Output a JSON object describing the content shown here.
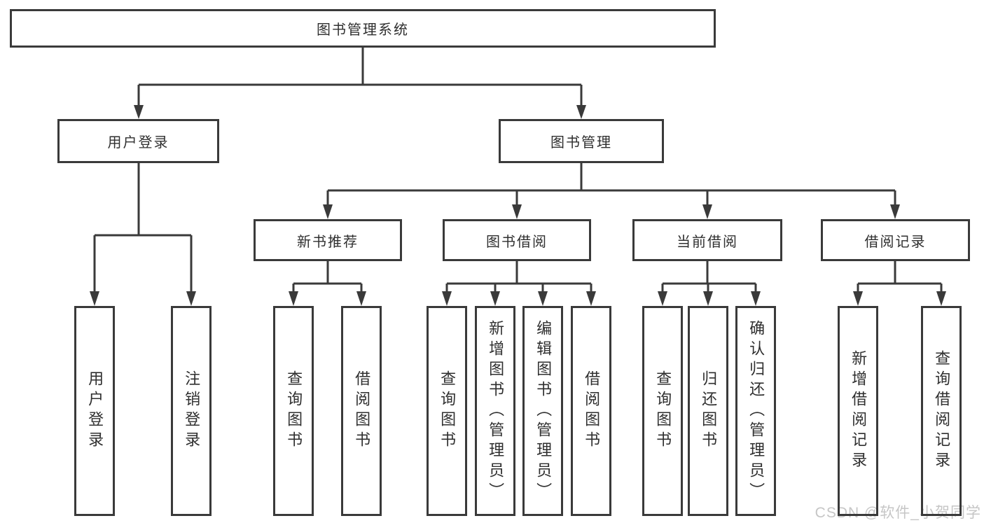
{
  "tree": {
    "root": {
      "label": "图书管理系统",
      "children": [
        {
          "label": "用户登录",
          "children": [
            {
              "label": "用户登录"
            },
            {
              "label": "注销登录"
            }
          ]
        },
        {
          "label": "图书管理",
          "children": [
            {
              "label": "新书推荐",
              "children": [
                {
                  "label": "查询图书"
                },
                {
                  "label": "借阅图书"
                }
              ]
            },
            {
              "label": "图书借阅",
              "children": [
                {
                  "label": "查询图书"
                },
                {
                  "label": "新增图书（管理员）"
                },
                {
                  "label": "编辑图书（管理员）"
                },
                {
                  "label": "借阅图书"
                }
              ]
            },
            {
              "label": "当前借阅",
              "children": [
                {
                  "label": "查询图书"
                },
                {
                  "label": "归还图书"
                },
                {
                  "label": "确认归还（管理员）"
                }
              ]
            },
            {
              "label": "借阅记录",
              "children": [
                {
                  "label": "新增借阅记录"
                },
                {
                  "label": "查询借阅记录"
                }
              ]
            }
          ]
        }
      ]
    }
  },
  "colors": {
    "line": "#3a3a3a",
    "text": "#2f2f2f",
    "watermark": "#c6c6c6",
    "background": "#ffffff"
  },
  "watermark": "CSDN @软件_小贺同学"
}
